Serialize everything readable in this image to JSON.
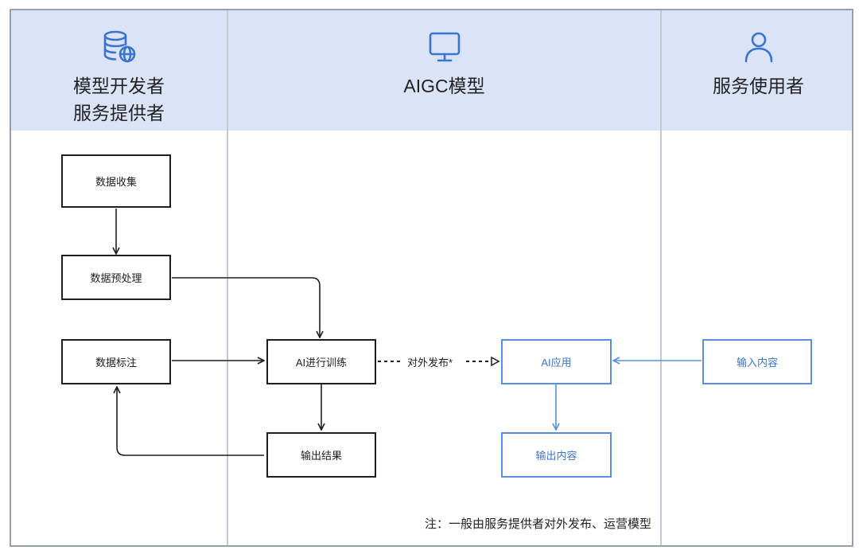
{
  "lanes": {
    "developer": {
      "icon": "database-globe-icon",
      "title_line1": "模型开发者",
      "title_line2": "服务提供者"
    },
    "model": {
      "icon": "monitor-icon",
      "title": "AIGC模型"
    },
    "user": {
      "icon": "user-icon",
      "title": "服务使用者"
    }
  },
  "nodes": {
    "data_collection": "数据收集",
    "data_preprocessing": "数据预处理",
    "data_labeling": "数据标注",
    "ai_training": "AI进行训练",
    "output_result": "输出结果",
    "ai_application": "AI应用",
    "output_content": "输出内容",
    "input_content": "输入内容"
  },
  "edge_labels": {
    "publish": "对外发布*"
  },
  "note": "注：一般由服务提供者对外发布、运营模型",
  "colors": {
    "header_band": "#dbe4f7",
    "black_stroke": "#1e1e1e",
    "blue_stroke": "#5b8fde",
    "blue_text": "#3b73d0",
    "divider": "#c5c9d1"
  }
}
